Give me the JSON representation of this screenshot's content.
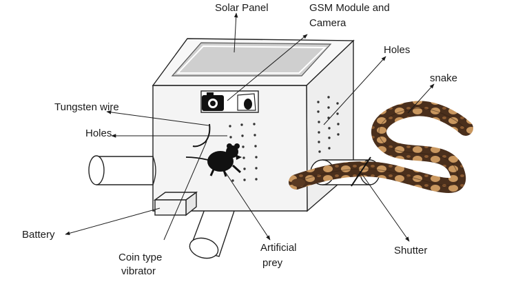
{
  "labels": {
    "solar_panel": "Solar Panel",
    "gsm_line1": "GSM Module and",
    "gsm_line2": "Camera",
    "holes_right": "Holes",
    "snake": "snake",
    "tungsten_wire": "Tungsten wire",
    "holes_left": "Holes",
    "battery": "Battery",
    "coin_line1": "Coin type",
    "coin_line2": "vibrator",
    "prey_line1": "Artificial",
    "prey_line2": "prey",
    "shutter": "Shutter"
  },
  "icons": [
    "camera-icon",
    "gsm-module-icon",
    "mouse-silhouette",
    "snake-illustration"
  ],
  "colors": {
    "line": "#222222",
    "face_front": "#f4f4f4",
    "face_side": "#eeeeee",
    "face_top": "#f7f7f7",
    "solar_panel": "#cfcfcf",
    "snake_dark": "#4a2f1c",
    "snake_light": "#c9975f"
  }
}
